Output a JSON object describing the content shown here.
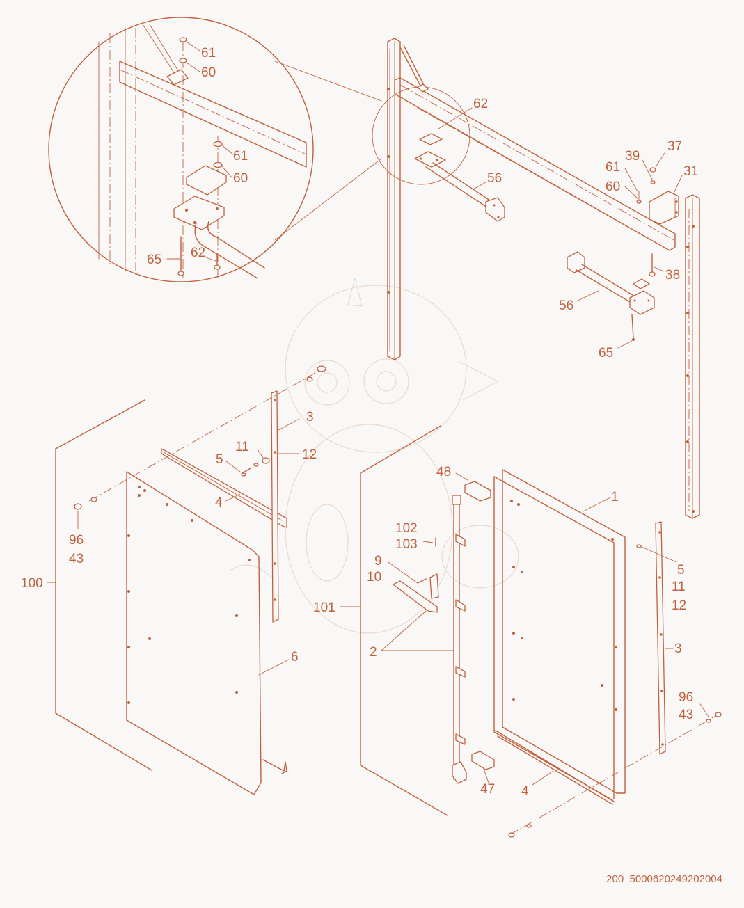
{
  "diagram": {
    "drawing_code": "200_5000620249202004",
    "callouts": [
      {
        "id": "c61a",
        "text": "61"
      },
      {
        "id": "c60a",
        "text": "60"
      },
      {
        "id": "c61b",
        "text": "61"
      },
      {
        "id": "c60b",
        "text": "60"
      },
      {
        "id": "c65a",
        "text": "65"
      },
      {
        "id": "c62a",
        "text": "62"
      },
      {
        "id": "c62b",
        "text": "62"
      },
      {
        "id": "c56a",
        "text": "56"
      },
      {
        "id": "c37",
        "text": "37"
      },
      {
        "id": "c39",
        "text": "39"
      },
      {
        "id": "c61c",
        "text": "61"
      },
      {
        "id": "c31",
        "text": "31"
      },
      {
        "id": "c60c",
        "text": "60"
      },
      {
        "id": "c38",
        "text": "38"
      },
      {
        "id": "c56b",
        "text": "56"
      },
      {
        "id": "c65b",
        "text": "65"
      },
      {
        "id": "c3a",
        "text": "3"
      },
      {
        "id": "c11a",
        "text": "11"
      },
      {
        "id": "c12a",
        "text": "12"
      },
      {
        "id": "c5a",
        "text": "5"
      },
      {
        "id": "c4a",
        "text": "4"
      },
      {
        "id": "c96a",
        "text": "96"
      },
      {
        "id": "c43a",
        "text": "43"
      },
      {
        "id": "c100",
        "text": "100"
      },
      {
        "id": "c6",
        "text": "6"
      },
      {
        "id": "c48",
        "text": "48"
      },
      {
        "id": "c1",
        "text": "1"
      },
      {
        "id": "c102",
        "text": "102"
      },
      {
        "id": "c103",
        "text": "103"
      },
      {
        "id": "c9",
        "text": "9"
      },
      {
        "id": "c10",
        "text": "10"
      },
      {
        "id": "c101",
        "text": "101"
      },
      {
        "id": "c2",
        "text": "2"
      },
      {
        "id": "c5b",
        "text": "5"
      },
      {
        "id": "c11b",
        "text": "11"
      },
      {
        "id": "c12b",
        "text": "12"
      },
      {
        "id": "c3b",
        "text": "3"
      },
      {
        "id": "c96b",
        "text": "96"
      },
      {
        "id": "c43b",
        "text": "43"
      },
      {
        "id": "c47",
        "text": "47"
      },
      {
        "id": "c4b",
        "text": "4"
      }
    ]
  }
}
